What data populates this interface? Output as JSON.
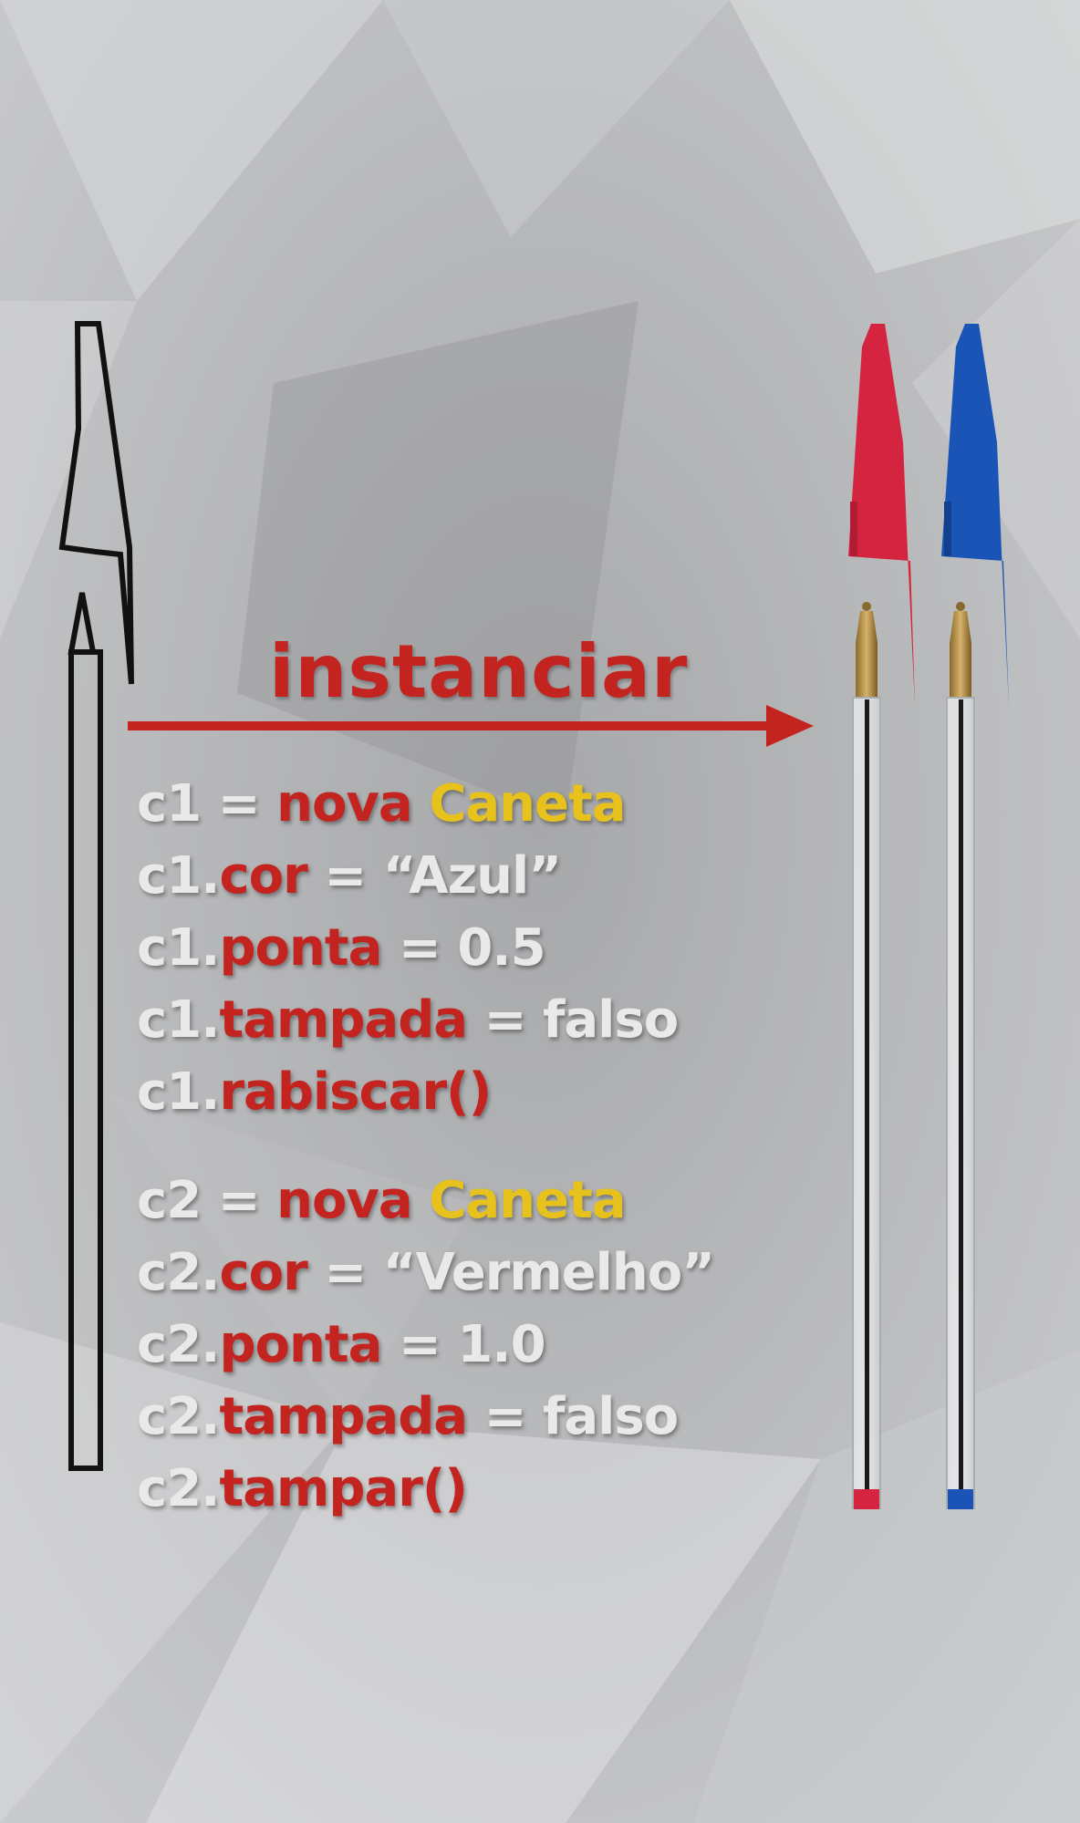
{
  "title": "instanciar",
  "colors": {
    "accent_red": "#c3241f",
    "keyword_yellow": "#e8c21c",
    "text_gray": "#e9e9ea",
    "pen_red": "#d4243f",
    "pen_blue": "#1a54b6"
  },
  "icons": [
    "pen-outline-icon",
    "arrow-right-icon",
    "red-pen-icon",
    "blue-pen-icon"
  ],
  "code": [
    {
      "lines": [
        [
          {
            "t": "c1 = ",
            "c": "text_gray"
          },
          {
            "t": "nova ",
            "c": "accent_red"
          },
          {
            "t": "Caneta",
            "c": "keyword_yellow"
          }
        ],
        [
          {
            "t": "c1.",
            "c": "text_gray"
          },
          {
            "t": "cor",
            "c": "accent_red"
          },
          {
            "t": " = “Azul”",
            "c": "text_gray"
          }
        ],
        [
          {
            "t": "c1.",
            "c": "text_gray"
          },
          {
            "t": "ponta",
            "c": "accent_red"
          },
          {
            "t": " = 0.5",
            "c": "text_gray"
          }
        ],
        [
          {
            "t": "c1.",
            "c": "text_gray"
          },
          {
            "t": "tampada",
            "c": "accent_red"
          },
          {
            "t": " = falso",
            "c": "text_gray"
          }
        ],
        [
          {
            "t": "c1.",
            "c": "text_gray"
          },
          {
            "t": "rabiscar()",
            "c": "accent_red"
          }
        ]
      ]
    },
    {
      "lines": [
        [
          {
            "t": "c2 = ",
            "c": "text_gray"
          },
          {
            "t": "nova ",
            "c": "accent_red"
          },
          {
            "t": "Caneta",
            "c": "keyword_yellow"
          }
        ],
        [
          {
            "t": "c2.",
            "c": "text_gray"
          },
          {
            "t": "cor",
            "c": "accent_red"
          },
          {
            "t": " = “Vermelho”",
            "c": "text_gray"
          }
        ],
        [
          {
            "t": "c2.",
            "c": "text_gray"
          },
          {
            "t": "ponta",
            "c": "accent_red"
          },
          {
            "t": " = 1.0",
            "c": "text_gray"
          }
        ],
        [
          {
            "t": "c2.",
            "c": "text_gray"
          },
          {
            "t": "tampada",
            "c": "accent_red"
          },
          {
            "t": " = falso",
            "c": "text_gray"
          }
        ],
        [
          {
            "t": "c2.",
            "c": "text_gray"
          },
          {
            "t": "tampar()",
            "c": "accent_red"
          }
        ]
      ]
    }
  ]
}
